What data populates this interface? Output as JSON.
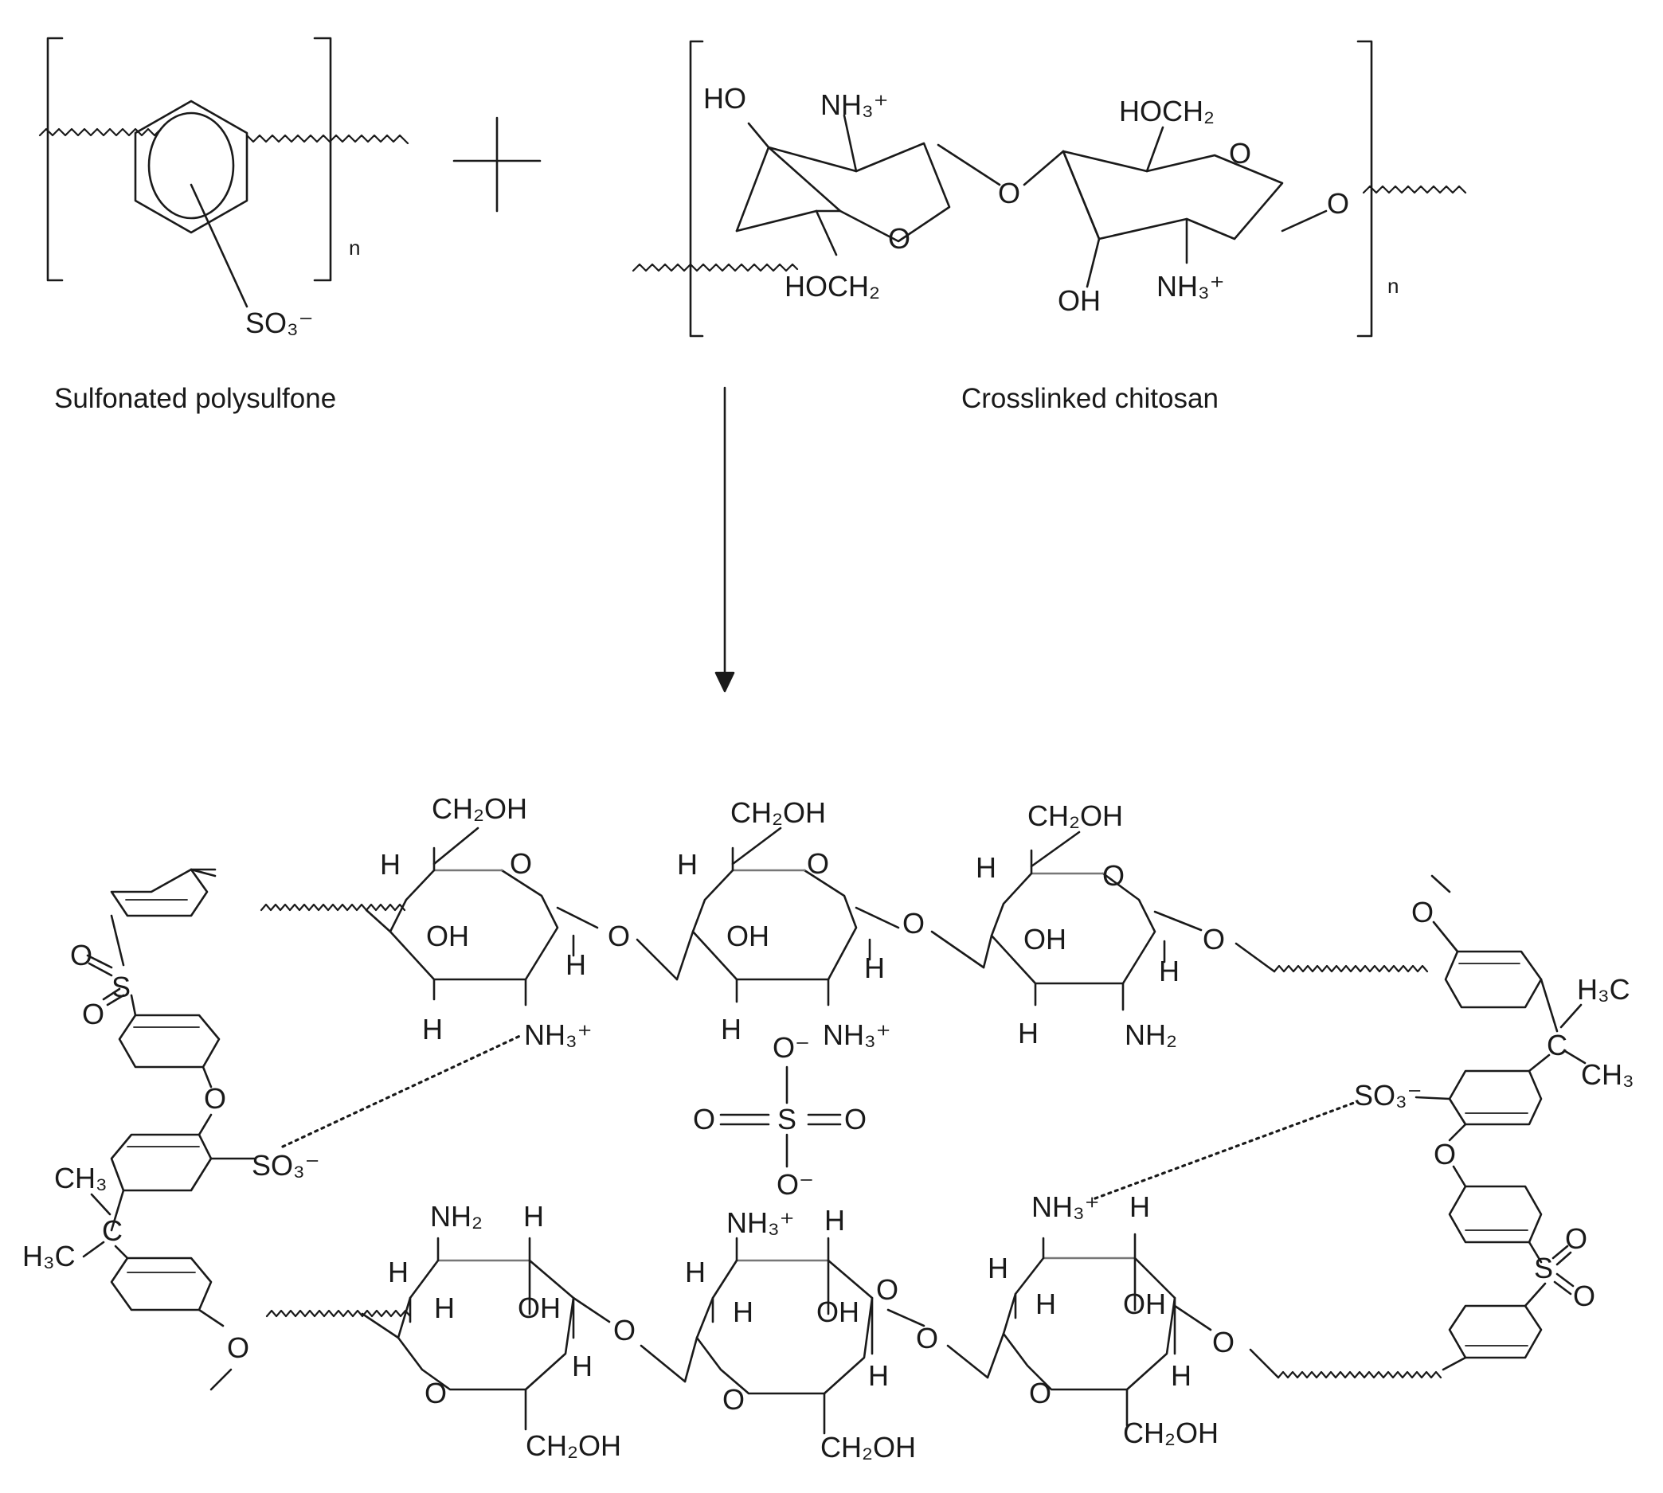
{
  "reactant_1": {
    "caption": "Sulfonated polysulfone",
    "repeat": "n",
    "group": "SO₃⁻"
  },
  "plus_sign": "+",
  "reactant_2": {
    "caption": "Crosslinked chitosan",
    "repeat": "n",
    "labels": [
      "HO",
      "NH₃⁺",
      "HOCH₂",
      "O",
      "O",
      "HOCH₂",
      "O",
      "O",
      "OH",
      "NH₃⁺"
    ]
  },
  "product": {
    "top_chain": {
      "ring_1": [
        "CH₂OH",
        "H",
        "O",
        "OH",
        "H",
        "H",
        "NH₃⁺"
      ],
      "link_1": "O",
      "ring_2": [
        "CH₂OH",
        "H",
        "O",
        "OH",
        "H",
        "H",
        "NH₃⁺"
      ],
      "link_2": "O",
      "ring_3": [
        "CH₂OH",
        "H",
        "O",
        "OH",
        "H",
        "H",
        "NH₂"
      ],
      "link_3": "O"
    },
    "sulfate": [
      "O⁻",
      "O",
      "S",
      "O",
      "O⁻"
    ],
    "bottom_chain": {
      "ring_1": [
        "NH₂",
        "H",
        "H",
        "H",
        "OH",
        "O",
        "H",
        "CH₂OH"
      ],
      "link_1": "O",
      "ring_2": [
        "NH₃⁺",
        "H",
        "H",
        "H",
        "OH",
        "O",
        "H",
        "CH₂OH"
      ],
      "link_2": "O",
      "link_2b": "O",
      "ring_3": [
        "NH₃⁺",
        "H",
        "H",
        "H",
        "OH",
        "O",
        "H",
        "CH₂OH"
      ],
      "link_3": "O"
    },
    "left_polymer": [
      "O",
      "S",
      "O",
      "O",
      "SO₃⁻",
      "CH₃",
      "C",
      "H₃C",
      "O"
    ],
    "right_polymer": [
      "O",
      "H₃C",
      "C",
      "CH₃",
      "SO₃⁻",
      "O",
      "O",
      "S",
      "O"
    ]
  }
}
